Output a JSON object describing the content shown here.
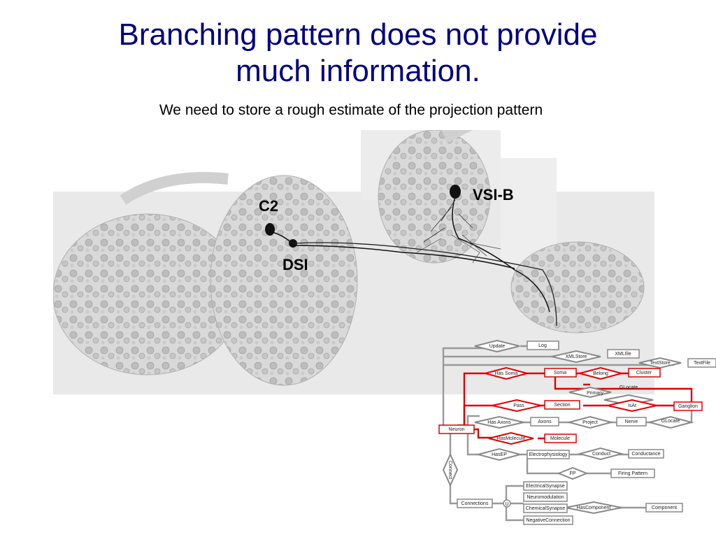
{
  "slide": {
    "title_line1": "Branching pattern does not provide",
    "title_line2": "much information.",
    "subtitle": "We need to store a rough estimate of the projection pattern"
  },
  "neuron_labels": {
    "c2": "C2",
    "dsi": "DSI",
    "vsib": "VSI-B"
  },
  "er_diagram": {
    "entities": {
      "log": "Log",
      "xmlfile": "XMLfile",
      "textfile": "TextFile",
      "soma": "Soma",
      "cluster": "Cluster",
      "section": "Section",
      "ganglion": "Ganglion",
      "neuron": "Neuron",
      "axons": "Axons",
      "nerve": "Nerve",
      "molecule": "Molecule",
      "electrophysiology": "Electrophysiology",
      "conductance": "Conductance",
      "firing_pattern": "Firing Pattern",
      "connections": "Connections",
      "electrical_synapse": "ElectricalSynapse",
      "neuromodulation": "Neuromodulation",
      "chemical_synapse": "ChemicalSynapse",
      "negative_connection": "NegativeConnection",
      "component": "Component"
    },
    "relationships": {
      "update": "Update",
      "xmlstore": "XMLStore",
      "textstore": "TextStore",
      "has_soma": "Has Soma",
      "belong": "Belong",
      "glocate1": "GLocate",
      "primary": "Primary",
      "pass": "Pass",
      "isat": "IsAt",
      "has_axons": "Has Axons",
      "project": "Project",
      "glocate2": "GLocate",
      "has_molecule": "HasMolecule",
      "hasep": "HasEP",
      "conduct": "Conduct",
      "fp": "FP",
      "connect": "Connect",
      "union": "U",
      "has_component": "HasComponent"
    },
    "colors": {
      "highlight": "#dd0000",
      "normal": "#777777"
    }
  }
}
